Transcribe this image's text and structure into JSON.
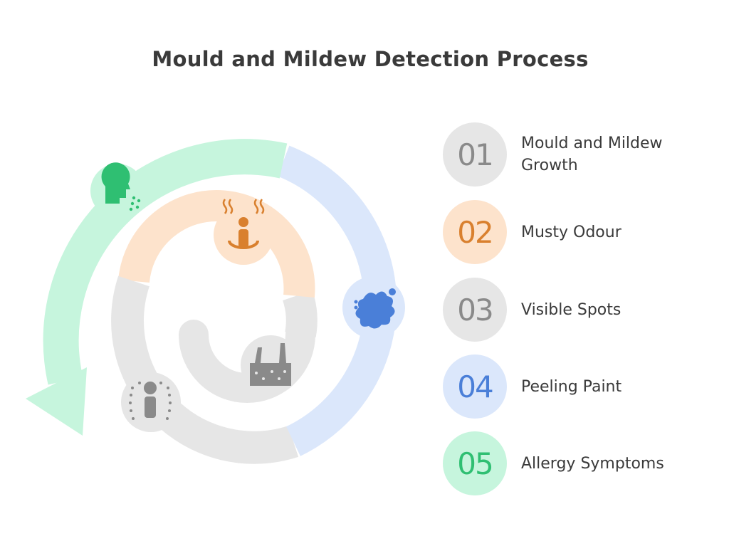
{
  "title": "Mould and Mildew Detection Process",
  "colors": {
    "gray_light": "#e6e6e6",
    "gray_text": "#8a8a8a",
    "orange_light": "#fde3cc",
    "orange_text": "#d9802e",
    "blue_light": "#dbe7fb",
    "blue_text": "#4a7fd8",
    "green_light": "#c6f5dd",
    "green_text": "#2fbf72"
  },
  "steps": [
    {
      "number": "01",
      "label": "Mould and Mildew Growth",
      "color_key": "gray",
      "icon": "mould-growth-icon"
    },
    {
      "number": "02",
      "label": "Musty Odour",
      "color_key": "orange",
      "icon": "odour-person-icon"
    },
    {
      "number": "03",
      "label": "Visible Spots",
      "color_key": "gray",
      "icon": "spots-person-icon"
    },
    {
      "number": "04",
      "label": "Peeling Paint",
      "color_key": "blue",
      "icon": "paint-splash-icon"
    },
    {
      "number": "05",
      "label": "Allergy Symptoms",
      "color_key": "green",
      "icon": "sneeze-head-icon"
    }
  ]
}
